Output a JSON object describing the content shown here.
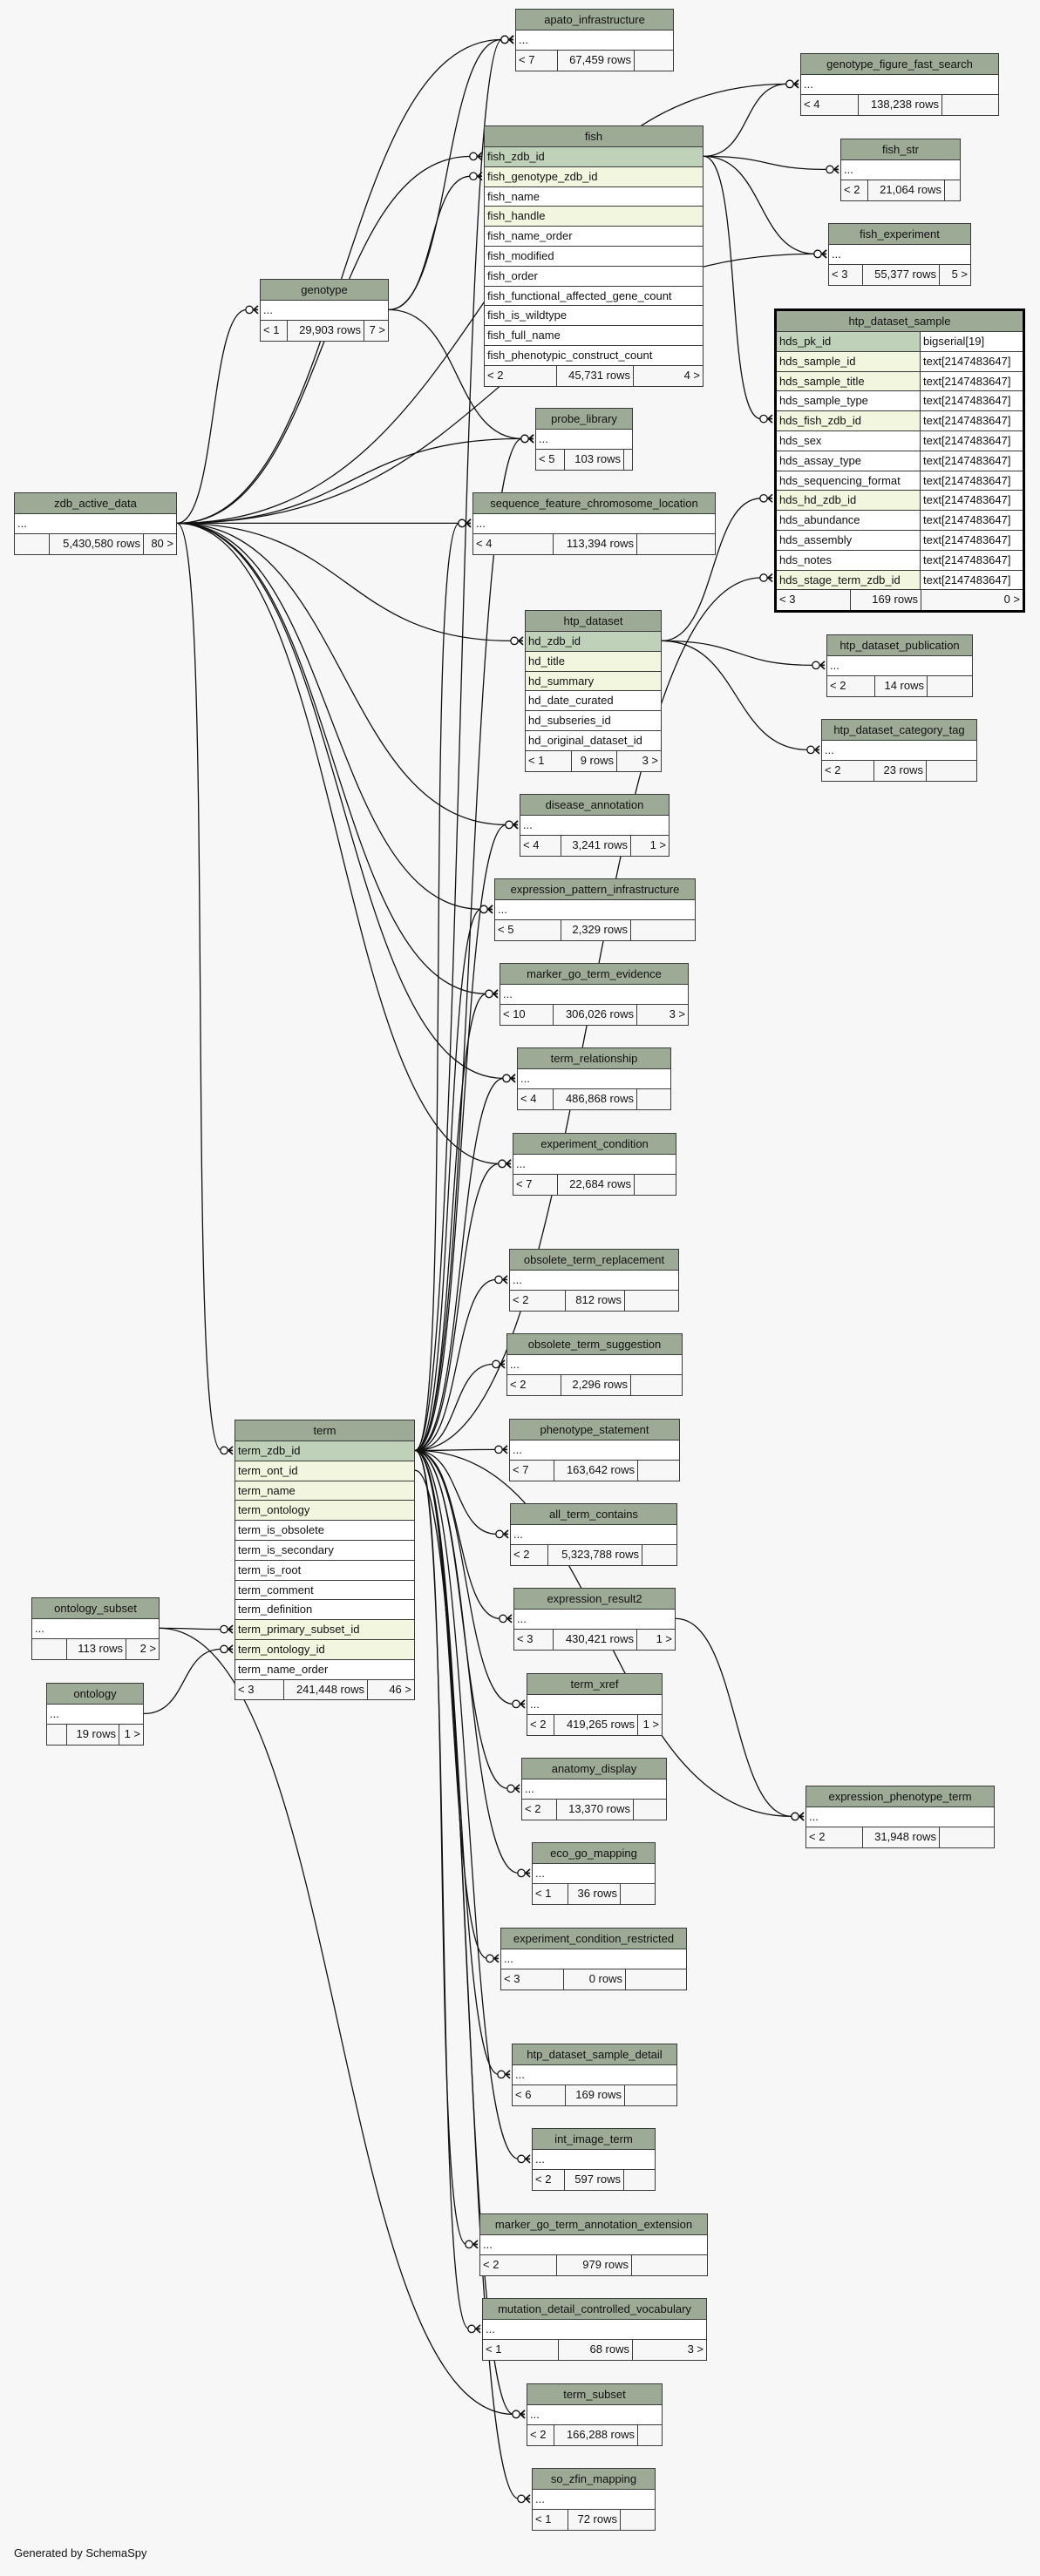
{
  "footer_text": "Generated by SchemaSpy",
  "tables": [
    {
      "name": "apato_infrastructure",
      "columns": [
        {
          "name": "...",
          "kind": "plain"
        }
      ],
      "footer": {
        "parents": "< 7",
        "rows": "67,459 rows",
        "children": ""
      }
    },
    {
      "name": "genotype_figure_fast_search",
      "columns": [
        {
          "name": "...",
          "kind": "plain"
        }
      ],
      "footer": {
        "parents": "< 4",
        "rows": "138,238 rows",
        "children": ""
      }
    },
    {
      "name": "fish",
      "columns": [
        {
          "name": "fish_zdb_id",
          "kind": "pk"
        },
        {
          "name": "fish_genotype_zdb_id",
          "kind": "idx"
        },
        {
          "name": "fish_name",
          "kind": "plain"
        },
        {
          "name": "fish_handle",
          "kind": "idx"
        },
        {
          "name": "fish_name_order",
          "kind": "plain"
        },
        {
          "name": "fish_modified",
          "kind": "plain"
        },
        {
          "name": "fish_order",
          "kind": "plain"
        },
        {
          "name": "fish_functional_affected_gene_count",
          "kind": "plain"
        },
        {
          "name": "fish_is_wildtype",
          "kind": "plain"
        },
        {
          "name": "fish_full_name",
          "kind": "plain"
        },
        {
          "name": "fish_phenotypic_construct_count",
          "kind": "plain"
        }
      ],
      "footer": {
        "parents": "< 2",
        "rows": "45,731 rows",
        "children": "4 >"
      }
    },
    {
      "name": "fish_str",
      "columns": [
        {
          "name": "...",
          "kind": "plain"
        }
      ],
      "footer": {
        "parents": "< 2",
        "rows": "21,064 rows",
        "children": ""
      }
    },
    {
      "name": "fish_experiment",
      "columns": [
        {
          "name": "...",
          "kind": "plain"
        }
      ],
      "footer": {
        "parents": "< 3",
        "rows": "55,377 rows",
        "children": "5 >"
      }
    },
    {
      "name": "htp_dataset_sample",
      "focus": true,
      "columns": [
        {
          "name": "hds_pk_id",
          "type": "bigserial[19]",
          "kind": "pk"
        },
        {
          "name": "hds_sample_id",
          "type": "text[2147483647]",
          "kind": "idx"
        },
        {
          "name": "hds_sample_title",
          "type": "text[2147483647]",
          "kind": "idx"
        },
        {
          "name": "hds_sample_type",
          "type": "text[2147483647]",
          "kind": "plain"
        },
        {
          "name": "hds_fish_zdb_id",
          "type": "text[2147483647]",
          "kind": "idx"
        },
        {
          "name": "hds_sex",
          "type": "text[2147483647]",
          "kind": "plain"
        },
        {
          "name": "hds_assay_type",
          "type": "text[2147483647]",
          "kind": "plain"
        },
        {
          "name": "hds_sequencing_format",
          "type": "text[2147483647]",
          "kind": "plain"
        },
        {
          "name": "hds_hd_zdb_id",
          "type": "text[2147483647]",
          "kind": "idx"
        },
        {
          "name": "hds_abundance",
          "type": "text[2147483647]",
          "kind": "plain"
        },
        {
          "name": "hds_assembly",
          "type": "text[2147483647]",
          "kind": "plain"
        },
        {
          "name": "hds_notes",
          "type": "text[2147483647]",
          "kind": "plain"
        },
        {
          "name": "hds_stage_term_zdb_id",
          "type": "text[2147483647]",
          "kind": "idx"
        }
      ],
      "footer": {
        "parents": "< 3",
        "rows": "169 rows",
        "children": "0 >"
      }
    },
    {
      "name": "genotype",
      "columns": [
        {
          "name": "...",
          "kind": "plain"
        }
      ],
      "footer": {
        "parents": "< 1",
        "rows": "29,903 rows",
        "children": "7 >"
      }
    },
    {
      "name": "zdb_active_data",
      "columns": [
        {
          "name": "...",
          "kind": "plain"
        }
      ],
      "footer": {
        "parents": "",
        "rows": "5,430,580 rows",
        "children": "80 >"
      }
    },
    {
      "name": "probe_library",
      "columns": [
        {
          "name": "...",
          "kind": "plain"
        }
      ],
      "footer": {
        "parents": "< 5",
        "rows": "103 rows",
        "children": ""
      }
    },
    {
      "name": "sequence_feature_chromosome_location",
      "columns": [
        {
          "name": "...",
          "kind": "plain"
        }
      ],
      "footer": {
        "parents": "< 4",
        "rows": "113,394 rows",
        "children": ""
      }
    },
    {
      "name": "htp_dataset",
      "columns": [
        {
          "name": "hd_zdb_id",
          "kind": "pk"
        },
        {
          "name": "hd_title",
          "kind": "idx"
        },
        {
          "name": "hd_summary",
          "kind": "idx"
        },
        {
          "name": "hd_date_curated",
          "kind": "plain"
        },
        {
          "name": "hd_subseries_id",
          "kind": "plain"
        },
        {
          "name": "hd_original_dataset_id",
          "kind": "plain"
        }
      ],
      "footer": {
        "parents": "< 1",
        "rows": "9 rows",
        "children": "3 >"
      }
    },
    {
      "name": "htp_dataset_publication",
      "columns": [
        {
          "name": "...",
          "kind": "plain"
        }
      ],
      "footer": {
        "parents": "< 2",
        "rows": "14 rows",
        "children": ""
      }
    },
    {
      "name": "htp_dataset_category_tag",
      "columns": [
        {
          "name": "...",
          "kind": "plain"
        }
      ],
      "footer": {
        "parents": "< 2",
        "rows": "23 rows",
        "children": ""
      }
    },
    {
      "name": "disease_annotation",
      "columns": [
        {
          "name": "...",
          "kind": "plain"
        }
      ],
      "footer": {
        "parents": "< 4",
        "rows": "3,241 rows",
        "children": "1 >"
      }
    },
    {
      "name": "expression_pattern_infrastructure",
      "columns": [
        {
          "name": "...",
          "kind": "plain"
        }
      ],
      "footer": {
        "parents": "< 5",
        "rows": "2,329 rows",
        "children": ""
      }
    },
    {
      "name": "marker_go_term_evidence",
      "columns": [
        {
          "name": "...",
          "kind": "plain"
        }
      ],
      "footer": {
        "parents": "< 10",
        "rows": "306,026 rows",
        "children": "3 >"
      }
    },
    {
      "name": "term_relationship",
      "columns": [
        {
          "name": "...",
          "kind": "plain"
        }
      ],
      "footer": {
        "parents": "< 4",
        "rows": "486,868 rows",
        "children": ""
      }
    },
    {
      "name": "experiment_condition",
      "columns": [
        {
          "name": "...",
          "kind": "plain"
        }
      ],
      "footer": {
        "parents": "< 7",
        "rows": "22,684 rows",
        "children": ""
      }
    },
    {
      "name": "obsolete_term_replacement",
      "columns": [
        {
          "name": "...",
          "kind": "plain"
        }
      ],
      "footer": {
        "parents": "< 2",
        "rows": "812 rows",
        "children": ""
      }
    },
    {
      "name": "obsolete_term_suggestion",
      "columns": [
        {
          "name": "...",
          "kind": "plain"
        }
      ],
      "footer": {
        "parents": "< 2",
        "rows": "2,296 rows",
        "children": ""
      }
    },
    {
      "name": "phenotype_statement",
      "columns": [
        {
          "name": "...",
          "kind": "plain"
        }
      ],
      "footer": {
        "parents": "< 7",
        "rows": "163,642 rows",
        "children": ""
      }
    },
    {
      "name": "all_term_contains",
      "columns": [
        {
          "name": "...",
          "kind": "plain"
        }
      ],
      "footer": {
        "parents": "< 2",
        "rows": "5,323,788 rows",
        "children": ""
      }
    },
    {
      "name": "expression_result2",
      "columns": [
        {
          "name": "...",
          "kind": "plain"
        }
      ],
      "footer": {
        "parents": "< 3",
        "rows": "430,421 rows",
        "children": "1 >"
      }
    },
    {
      "name": "term_xref",
      "columns": [
        {
          "name": "...",
          "kind": "plain"
        }
      ],
      "footer": {
        "parents": "< 2",
        "rows": "419,265 rows",
        "children": "1 >"
      }
    },
    {
      "name": "anatomy_display",
      "columns": [
        {
          "name": "...",
          "kind": "plain"
        }
      ],
      "footer": {
        "parents": "< 2",
        "rows": "13,370 rows",
        "children": ""
      }
    },
    {
      "name": "eco_go_mapping",
      "columns": [
        {
          "name": "...",
          "kind": "plain"
        }
      ],
      "footer": {
        "parents": "< 1",
        "rows": "36 rows",
        "children": ""
      }
    },
    {
      "name": "experiment_condition_restricted",
      "columns": [
        {
          "name": "...",
          "kind": "plain"
        }
      ],
      "footer": {
        "parents": "< 3",
        "rows": "0 rows",
        "children": ""
      }
    },
    {
      "name": "htp_dataset_sample_detail",
      "columns": [
        {
          "name": "...",
          "kind": "plain"
        }
      ],
      "footer": {
        "parents": "< 6",
        "rows": "169 rows",
        "children": ""
      }
    },
    {
      "name": "int_image_term",
      "columns": [
        {
          "name": "...",
          "kind": "plain"
        }
      ],
      "footer": {
        "parents": "< 2",
        "rows": "597 rows",
        "children": ""
      }
    },
    {
      "name": "marker_go_term_annotation_extension",
      "columns": [
        {
          "name": "...",
          "kind": "plain"
        }
      ],
      "footer": {
        "parents": "< 2",
        "rows": "979 rows",
        "children": ""
      }
    },
    {
      "name": "mutation_detail_controlled_vocabulary",
      "columns": [
        {
          "name": "...",
          "kind": "plain"
        }
      ],
      "footer": {
        "parents": "< 1",
        "rows": "68 rows",
        "children": "3 >"
      }
    },
    {
      "name": "term_subset",
      "columns": [
        {
          "name": "...",
          "kind": "plain"
        }
      ],
      "footer": {
        "parents": "< 2",
        "rows": "166,288 rows",
        "children": ""
      }
    },
    {
      "name": "so_zfin_mapping",
      "columns": [
        {
          "name": "...",
          "kind": "plain"
        }
      ],
      "footer": {
        "parents": "< 1",
        "rows": "72 rows",
        "children": ""
      }
    },
    {
      "name": "term",
      "columns": [
        {
          "name": "term_zdb_id",
          "kind": "pk"
        },
        {
          "name": "term_ont_id",
          "kind": "idx"
        },
        {
          "name": "term_name",
          "kind": "idx"
        },
        {
          "name": "term_ontology",
          "kind": "idx"
        },
        {
          "name": "term_is_obsolete",
          "kind": "plain"
        },
        {
          "name": "term_is_secondary",
          "kind": "plain"
        },
        {
          "name": "term_is_root",
          "kind": "plain"
        },
        {
          "name": "term_comment",
          "kind": "plain"
        },
        {
          "name": "term_definition",
          "kind": "plain"
        },
        {
          "name": "term_primary_subset_id",
          "kind": "idx"
        },
        {
          "name": "term_ontology_id",
          "kind": "idx"
        },
        {
          "name": "term_name_order",
          "kind": "plain"
        }
      ],
      "footer": {
        "parents": "< 3",
        "rows": "241,448 rows",
        "children": "46 >"
      }
    },
    {
      "name": "ontology_subset",
      "columns": [
        {
          "name": "...",
          "kind": "plain"
        }
      ],
      "footer": {
        "parents": "",
        "rows": "113 rows",
        "children": "2 >"
      }
    },
    {
      "name": "ontology",
      "columns": [
        {
          "name": "...",
          "kind": "plain"
        }
      ],
      "footer": {
        "parents": "",
        "rows": "19 rows",
        "children": "1 >"
      }
    },
    {
      "name": "expression_phenotype_term",
      "columns": [
        {
          "name": "...",
          "kind": "plain"
        }
      ],
      "footer": {
        "parents": "< 2",
        "rows": "31,948 rows",
        "children": ""
      }
    }
  ],
  "relationships": [
    {
      "from": "zdb_active_data",
      "to": "apato_infrastructure"
    },
    {
      "from": "zdb_active_data",
      "to": "genotype"
    },
    {
      "from": "zdb_active_data",
      "to": "fish",
      "to_column": "fish_zdb_id"
    },
    {
      "from": "zdb_active_data",
      "to": "genotype_figure_fast_search"
    },
    {
      "from": "zdb_active_data",
      "to": "probe_library"
    },
    {
      "from": "zdb_active_data",
      "to": "sequence_feature_chromosome_location"
    },
    {
      "from": "zdb_active_data",
      "to": "htp_dataset",
      "to_column": "hd_zdb_id"
    },
    {
      "from": "zdb_active_data",
      "to": "fish_experiment"
    },
    {
      "from": "zdb_active_data",
      "to": "disease_annotation"
    },
    {
      "from": "zdb_active_data",
      "to": "expression_pattern_infrastructure"
    },
    {
      "from": "zdb_active_data",
      "to": "marker_go_term_evidence"
    },
    {
      "from": "zdb_active_data",
      "to": "term_relationship"
    },
    {
      "from": "zdb_active_data",
      "to": "experiment_condition"
    },
    {
      "from": "zdb_active_data",
      "to": "term",
      "to_column": "term_zdb_id"
    },
    {
      "from": "genotype",
      "to": "apato_infrastructure"
    },
    {
      "from": "genotype",
      "to": "fish",
      "to_column": "fish_genotype_zdb_id"
    },
    {
      "from": "genotype",
      "to": "probe_library"
    },
    {
      "from": "fish",
      "from_column": "fish_zdb_id",
      "to": "genotype_figure_fast_search"
    },
    {
      "from": "fish",
      "from_column": "fish_zdb_id",
      "to": "fish_str"
    },
    {
      "from": "fish",
      "from_column": "fish_zdb_id",
      "to": "fish_experiment"
    },
    {
      "from": "fish",
      "from_column": "fish_zdb_id",
      "to": "htp_dataset_sample",
      "to_column": "hds_fish_zdb_id"
    },
    {
      "from": "htp_dataset",
      "from_column": "hd_zdb_id",
      "to": "htp_dataset_sample",
      "to_column": "hds_hd_zdb_id"
    },
    {
      "from": "htp_dataset",
      "from_column": "hd_zdb_id",
      "to": "htp_dataset_publication"
    },
    {
      "from": "htp_dataset",
      "from_column": "hd_zdb_id",
      "to": "htp_dataset_category_tag"
    },
    {
      "from": "term",
      "from_column": "term_zdb_id",
      "to": "apato_infrastructure"
    },
    {
      "from": "term",
      "from_column": "term_zdb_id",
      "to": "probe_library"
    },
    {
      "from": "term",
      "from_column": "term_zdb_id",
      "to": "sequence_feature_chromosome_location"
    },
    {
      "from": "term",
      "from_column": "term_zdb_id",
      "to": "htp_dataset_sample",
      "to_column": "hds_stage_term_zdb_id"
    },
    {
      "from": "term",
      "from_column": "term_zdb_id",
      "to": "disease_annotation"
    },
    {
      "from": "term",
      "from_column": "term_zdb_id",
      "to": "expression_pattern_infrastructure"
    },
    {
      "from": "term",
      "from_column": "term_zdb_id",
      "to": "marker_go_term_evidence"
    },
    {
      "from": "term",
      "from_column": "term_zdb_id",
      "to": "term_relationship"
    },
    {
      "from": "term",
      "from_column": "term_zdb_id",
      "to": "experiment_condition"
    },
    {
      "from": "term",
      "from_column": "term_zdb_id",
      "to": "obsolete_term_replacement"
    },
    {
      "from": "term",
      "from_column": "term_zdb_id",
      "to": "obsolete_term_suggestion"
    },
    {
      "from": "term",
      "from_column": "term_zdb_id",
      "to": "phenotype_statement"
    },
    {
      "from": "term",
      "from_column": "term_zdb_id",
      "to": "all_term_contains"
    },
    {
      "from": "term",
      "from_column": "term_zdb_id",
      "to": "expression_result2"
    },
    {
      "from": "term",
      "from_column": "term_zdb_id",
      "to": "term_xref"
    },
    {
      "from": "term",
      "from_column": "term_zdb_id",
      "to": "anatomy_display"
    },
    {
      "from": "term",
      "from_column": "term_zdb_id",
      "to": "eco_go_mapping"
    },
    {
      "from": "term",
      "from_column": "term_zdb_id",
      "to": "experiment_condition_restricted"
    },
    {
      "from": "term",
      "from_column": "term_zdb_id",
      "to": "htp_dataset_sample_detail"
    },
    {
      "from": "term",
      "from_column": "term_zdb_id",
      "to": "int_image_term"
    },
    {
      "from": "term",
      "from_column": "term_zdb_id",
      "to": "marker_go_term_annotation_extension"
    },
    {
      "from": "term",
      "from_column": "term_zdb_id",
      "to": "mutation_detail_controlled_vocabulary"
    },
    {
      "from": "term",
      "from_column": "term_zdb_id",
      "to": "term_subset"
    },
    {
      "from": "term",
      "from_column": "term_ont_id",
      "to": "so_zfin_mapping"
    },
    {
      "from": "term",
      "from_column": "term_zdb_id",
      "to": "expression_phenotype_term"
    },
    {
      "from": "expression_result2",
      "to": "expression_phenotype_term"
    },
    {
      "from": "ontology_subset",
      "to": "term",
      "to_column": "term_primary_subset_id"
    },
    {
      "from": "ontology_subset",
      "to": "term_subset"
    },
    {
      "from": "ontology",
      "to": "term",
      "to_column": "term_ontology_id"
    }
  ]
}
